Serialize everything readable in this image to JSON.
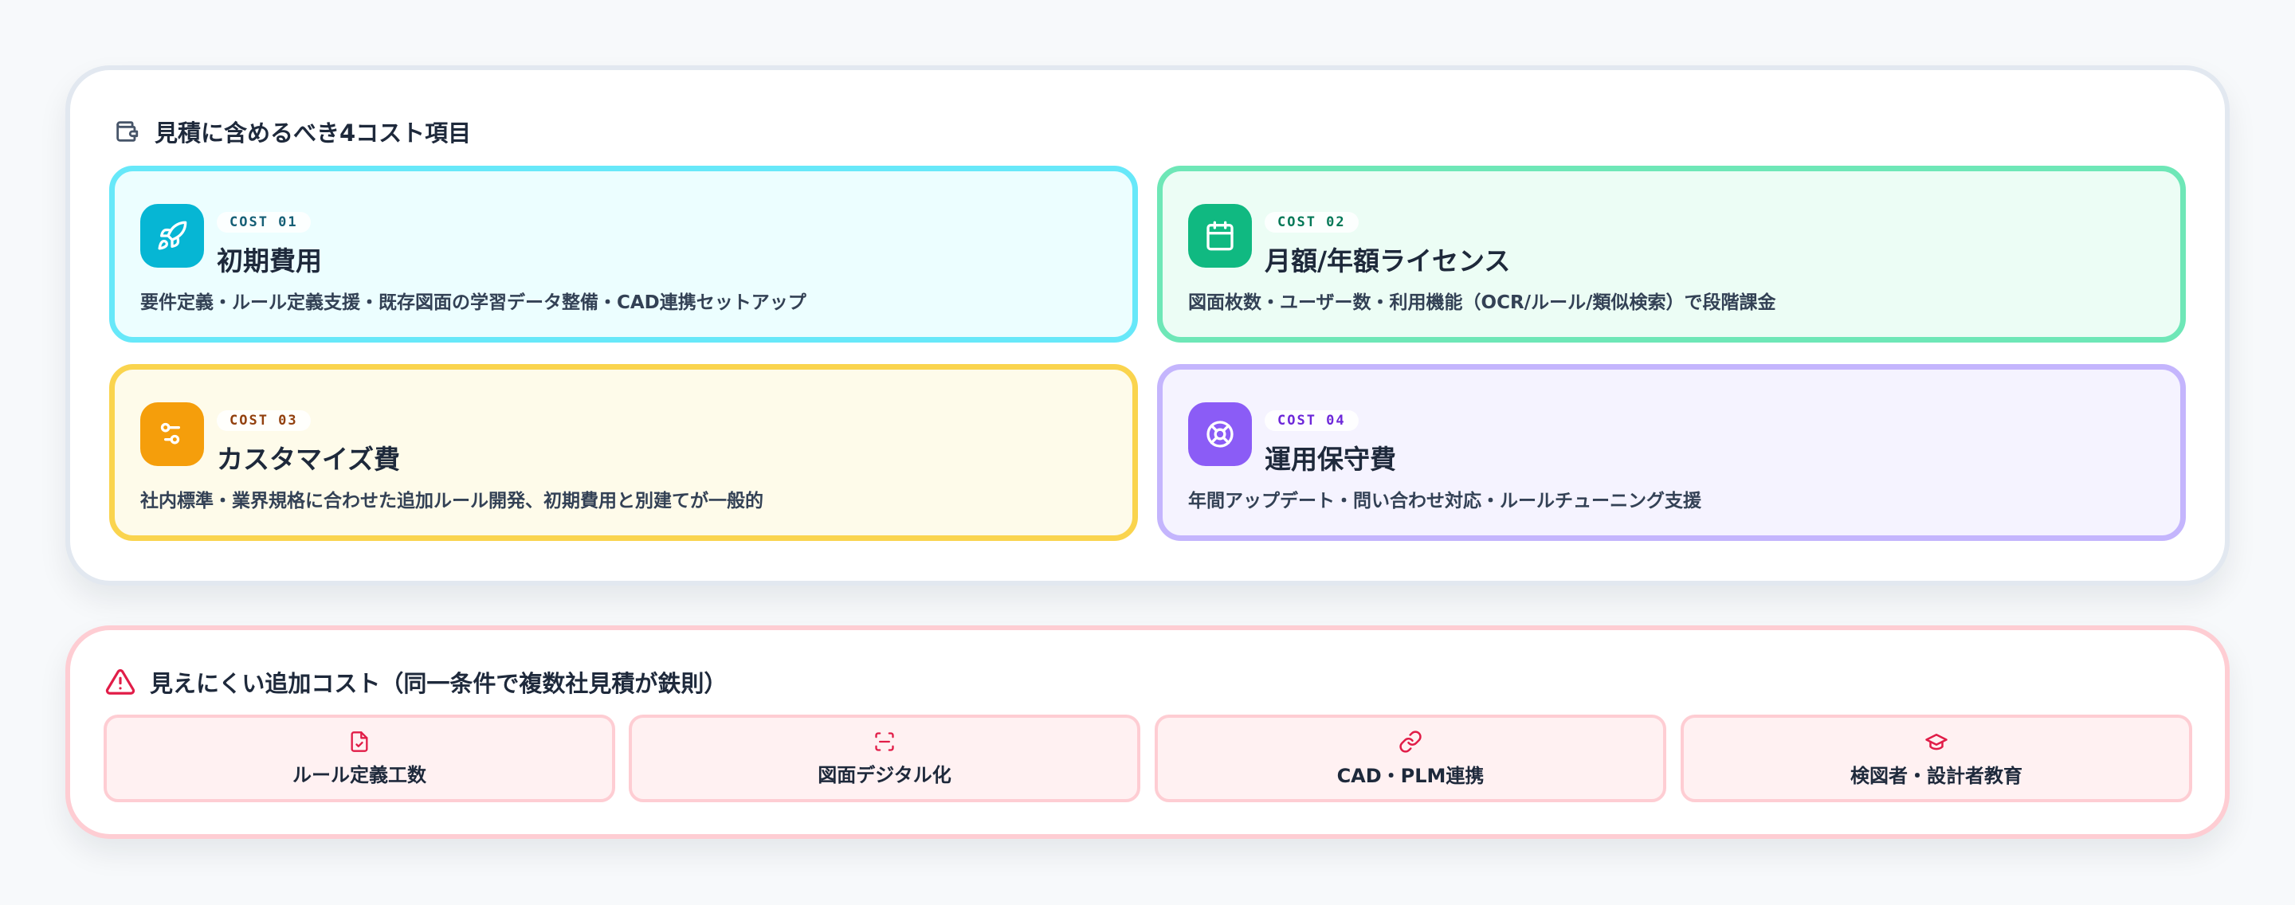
{
  "main_section": {
    "title": "見積に含めるべき4コスト項目",
    "icon": "wallet-icon",
    "cards": [
      {
        "badge": "COST 01",
        "title": "初期費用",
        "description": "要件定義・ルール定義支援・既存図面の学習データ整備・CAD連携セットアップ",
        "icon": "rocket-icon",
        "colors": {
          "border": "#67e8f9",
          "background": "#ecfeff",
          "icon_bg": "#06b6d4",
          "badge_text": "#155e75"
        }
      },
      {
        "badge": "COST 02",
        "title": "月額/年額ライセンス",
        "description": "図面枚数・ユーザー数・利用機能（OCR/ルール/類似検索）で段階課金",
        "icon": "calendar-icon",
        "colors": {
          "border": "#6ee7b7",
          "background": "#ecfdf5",
          "icon_bg": "#10b981",
          "badge_text": "#047857"
        }
      },
      {
        "badge": "COST 03",
        "title": "カスタマイズ費",
        "description": "社内標準・業界規格に合わせた追加ルール開発、初期費用と別建てが一般的",
        "icon": "sliders-icon",
        "colors": {
          "border": "#fcd34d",
          "background": "#fefce8",
          "icon_bg": "#f59e0b",
          "badge_text": "#92400e"
        }
      },
      {
        "badge": "COST 04",
        "title": "運用保守費",
        "description": "年間アップデート・問い合わせ対応・ルールチューニング支援",
        "icon": "lifebuoy-icon",
        "colors": {
          "border": "#c4b5fd",
          "background": "#f5f3ff",
          "icon_bg": "#8b5cf6",
          "badge_text": "#6d28d9"
        }
      }
    ]
  },
  "hidden_section": {
    "title": "見えにくい追加コスト（同一条件で複数社見積が鉄則）",
    "icon": "warning-triangle-icon",
    "accent": "#e11d48",
    "items": [
      {
        "label": "ルール定義工数",
        "icon": "file-check-icon"
      },
      {
        "label": "図面デジタル化",
        "icon": "scan-icon"
      },
      {
        "label": "CAD・PLM連携",
        "icon": "link-icon"
      },
      {
        "label": "検図者・設計者教育",
        "icon": "graduation-cap-icon"
      }
    ]
  }
}
